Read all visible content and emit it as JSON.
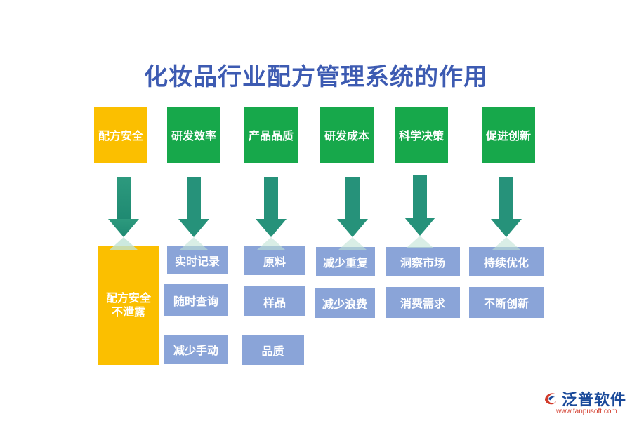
{
  "title": "化妆品行业配方管理系统的作用",
  "columns": [
    {
      "header": "配方安全",
      "items": [
        "配方安全\n不泄露"
      ]
    },
    {
      "header": "研发效率",
      "items": [
        "实时记录",
        "随时查询",
        "减少手动"
      ]
    },
    {
      "header": "产品品质",
      "items": [
        "原料",
        "样品",
        "品质"
      ]
    },
    {
      "header": "研发成本",
      "items": [
        "减少重复",
        "减少浪费"
      ]
    },
    {
      "header": "科学决策",
      "items": [
        "洞察市场",
        "消费需求"
      ]
    },
    {
      "header": "促进创新",
      "items": [
        "持续优化",
        "不断创新"
      ]
    }
  ],
  "colors": {
    "title": "#3d5bb2",
    "header_green": "#17a84b",
    "header_yellow": "#fbbf00",
    "item_blue": "#8aa4d8",
    "arrow": "#2a8f7a"
  },
  "logo": {
    "text": "泛普软件",
    "url": "www.fanpusoft.com"
  }
}
